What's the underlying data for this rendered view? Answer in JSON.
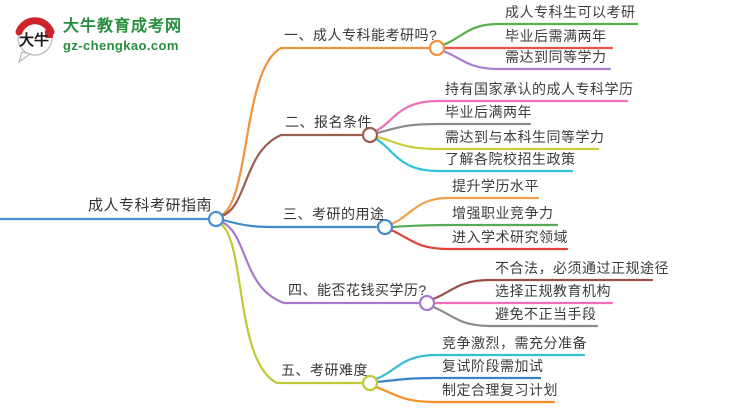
{
  "logo": {
    "icon_text": "大牛",
    "site_name": "大牛教育成考网",
    "site_url": "gz-chengkao.com",
    "brand_green": "#278e3d",
    "brand_red": "#cc2429"
  },
  "mindmap": {
    "root": {
      "label": "成人专科考研指南",
      "color": "#4a8fd4"
    },
    "branches": [
      {
        "label": "一、成人专科能考研吗?",
        "color": "#f0923e",
        "children": [
          {
            "label": "成人专科生可以考研",
            "color": "#58b14e"
          },
          {
            "label": "毕业后需满两年",
            "color": "#e8524a"
          },
          {
            "label": "需达到同等学力",
            "color": "#a97fd1"
          }
        ]
      },
      {
        "label": "二、报名条件",
        "color": "#9b5f50",
        "children": [
          {
            "label": "持有国家承认的成人专科学历",
            "color": "#f06eb6"
          },
          {
            "label": "毕业后满两年",
            "color": "#8c8c8c"
          },
          {
            "label": "需达到与本科生同等学力",
            "color": "#c9cd36"
          },
          {
            "label": "了解各院校招生政策",
            "color": "#2fc0dc"
          }
        ]
      },
      {
        "label": "三、考研的用途",
        "color": "#428bca",
        "children": [
          {
            "label": "提升学历水平",
            "color": "#f5a04a"
          },
          {
            "label": "增强职业竞争力",
            "color": "#55ab55"
          },
          {
            "label": "进入学术研究领域",
            "color": "#e04038"
          }
        ]
      },
      {
        "label": "四、能否花钱买学历?",
        "color": "#a878cc",
        "children": [
          {
            "label": "不合法，必须通过正规途径",
            "color": "#9b5044"
          },
          {
            "label": "选择正规教育机构",
            "color": "#f56eb5"
          },
          {
            "label": "避免不正当手段",
            "color": "#8c8c8c"
          }
        ]
      },
      {
        "label": "五、考研难度",
        "color": "#c2c937",
        "children": [
          {
            "label": "竞争激烈，需充分准备",
            "color": "#35bfd4"
          },
          {
            "label": "复试阶段需加试",
            "color": "#3d82c4"
          },
          {
            "label": "制定合理复习计划",
            "color": "#f78f28"
          }
        ]
      }
    ]
  }
}
